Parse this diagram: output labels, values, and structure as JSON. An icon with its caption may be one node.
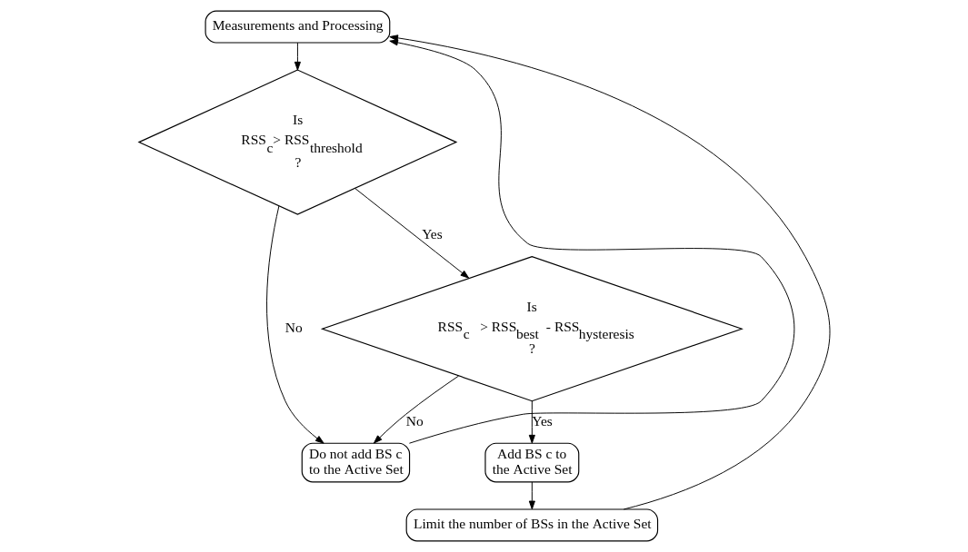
{
  "diagram": {
    "nodes": [
      {
        "text": [
          "Measurements and Processing"
        ]
      },
      {
        "text": [
          "Is RSS$_{c}$> RSS$_{threshold}$ ?"
        ]
      },
      {
        "text": [
          "Is RSS$_{c}$ > RSS$_{best}$ - RSS$_{hysteresis}$ ?"
        ]
      },
      {
        "text": [
          "Do not add BS c to the Active Set"
        ]
      },
      {
        "text": [
          "Add BS c to the Active Set"
        ]
      },
      {
        "text": [
          "Limit the number of BSs in the Active Set"
        ]
      }
    ],
    "edges": [
      {
        "from": 0,
        "to": 1,
        "arrow": "to"
      },
      {
        "from": 1,
        "to": 3,
        "arrow": "to",
        "label": "No"
      },
      {
        "from": 1,
        "to": 2,
        "arrow": "to",
        "label": "Yes"
      },
      {
        "from": 2,
        "to": 3,
        "arrow": "to",
        "label": "No"
      },
      {
        "from": 2,
        "to": 4,
        "arrow": "to",
        "label": "Yes"
      },
      {
        "from": 4,
        "to": 5,
        "arrow": "to"
      },
      {
        "from": 3,
        "to": 0,
        "arrow": "to"
      },
      {
        "from": 5,
        "to": 0,
        "arrow": "to"
      }
    ]
  }
}
